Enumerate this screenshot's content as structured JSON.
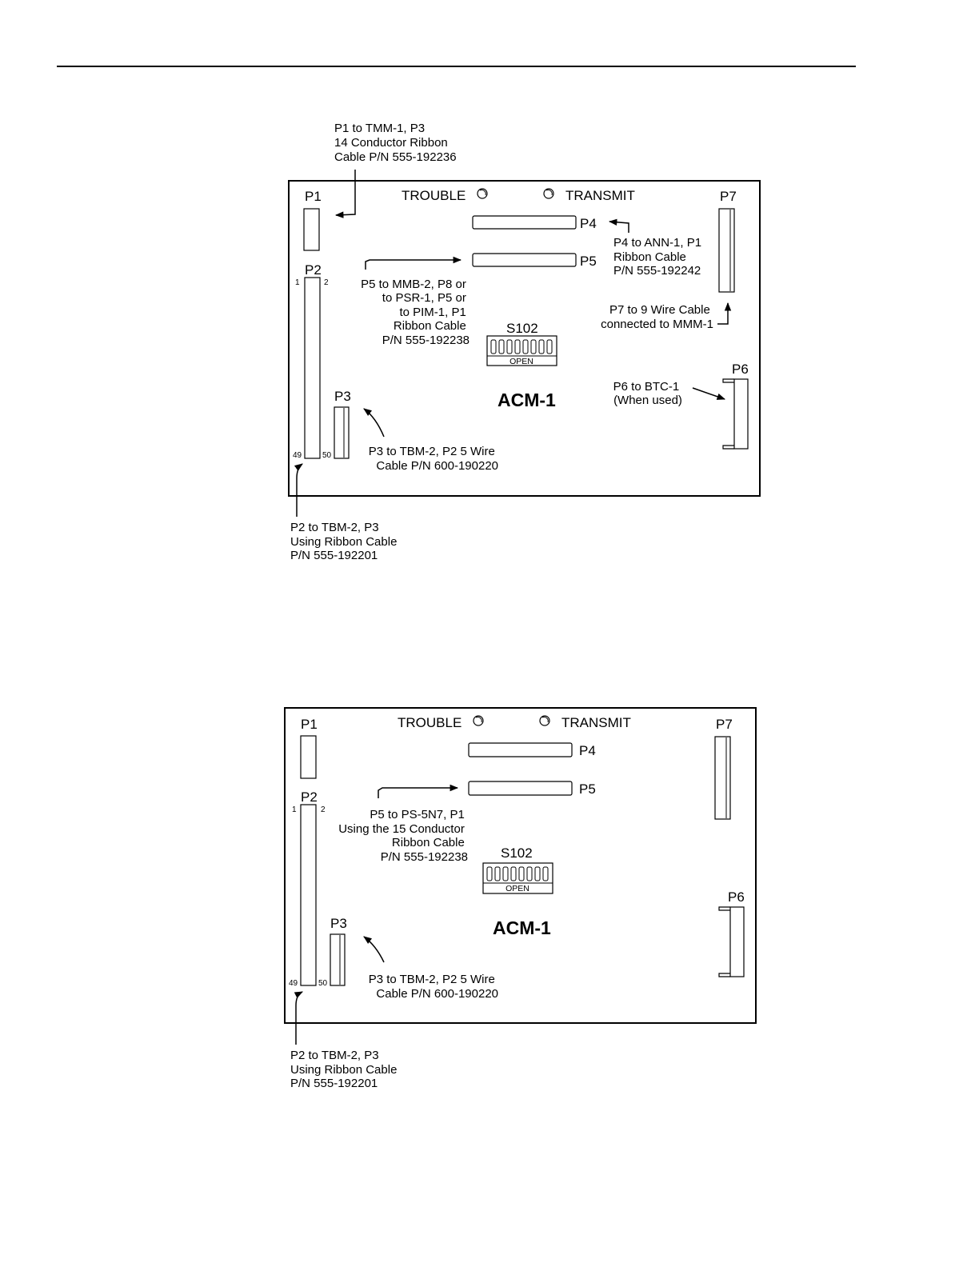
{
  "diagram1": {
    "labels": {
      "p1": "P1",
      "p2": "P2",
      "p3": "P3",
      "p4": "P4",
      "p5": "P5",
      "p6": "P6",
      "p7": "P7",
      "trouble": "TROUBLE",
      "transmit": "TRANSMIT",
      "pin1": "1",
      "pin2": "2",
      "pin49": "49",
      "pin50": "50",
      "switch": "S102",
      "switch_open": "OPEN",
      "board": "ACM-1"
    },
    "notes": {
      "p1": [
        "P1 to TMM-1, P3",
        "14 Conductor Ribbon",
        "Cable P/N 555-192236"
      ],
      "p4": [
        "P4 to ANN-1, P1",
        "Ribbon Cable",
        "P/N 555-192242"
      ],
      "p5": [
        "P5 to MMB-2, P8 or",
        "to PSR-1, P5 or",
        "to PIM-1, P1",
        "Ribbon Cable",
        "P/N 555-192238"
      ],
      "p7": [
        "P7 to 9 Wire Cable",
        "connected to MMM-1"
      ],
      "p6": [
        "P6 to BTC-1",
        "(When used)"
      ],
      "p3": [
        "P3 to TBM-2, P2 5 Wire",
        "Cable P/N 600-190220"
      ],
      "p2": [
        "P2 to TBM-2, P3",
        "Using Ribbon Cable",
        "P/N 555-192201"
      ]
    }
  },
  "diagram2": {
    "labels": {
      "p1": "P1",
      "p2": "P2",
      "p3": "P3",
      "p4": "P4",
      "p5": "P5",
      "p6": "P6",
      "p7": "P7",
      "trouble": "TROUBLE",
      "transmit": "TRANSMIT",
      "pin1": "1",
      "pin2": "2",
      "pin49": "49",
      "pin50": "50",
      "switch": "S102",
      "switch_open": "OPEN",
      "board": "ACM-1"
    },
    "notes": {
      "p5": [
        "P5 to PS-5N7, P1",
        "Using the 15 Conductor",
        "Ribbon Cable",
        "P/N 555-192238"
      ],
      "p3": [
        "P3 to TBM-2, P2 5 Wire",
        "Cable P/N 600-190220"
      ],
      "p2": [
        "P2 to TBM-2, P3",
        "Using Ribbon Cable",
        "P/N 555-192201"
      ]
    }
  }
}
